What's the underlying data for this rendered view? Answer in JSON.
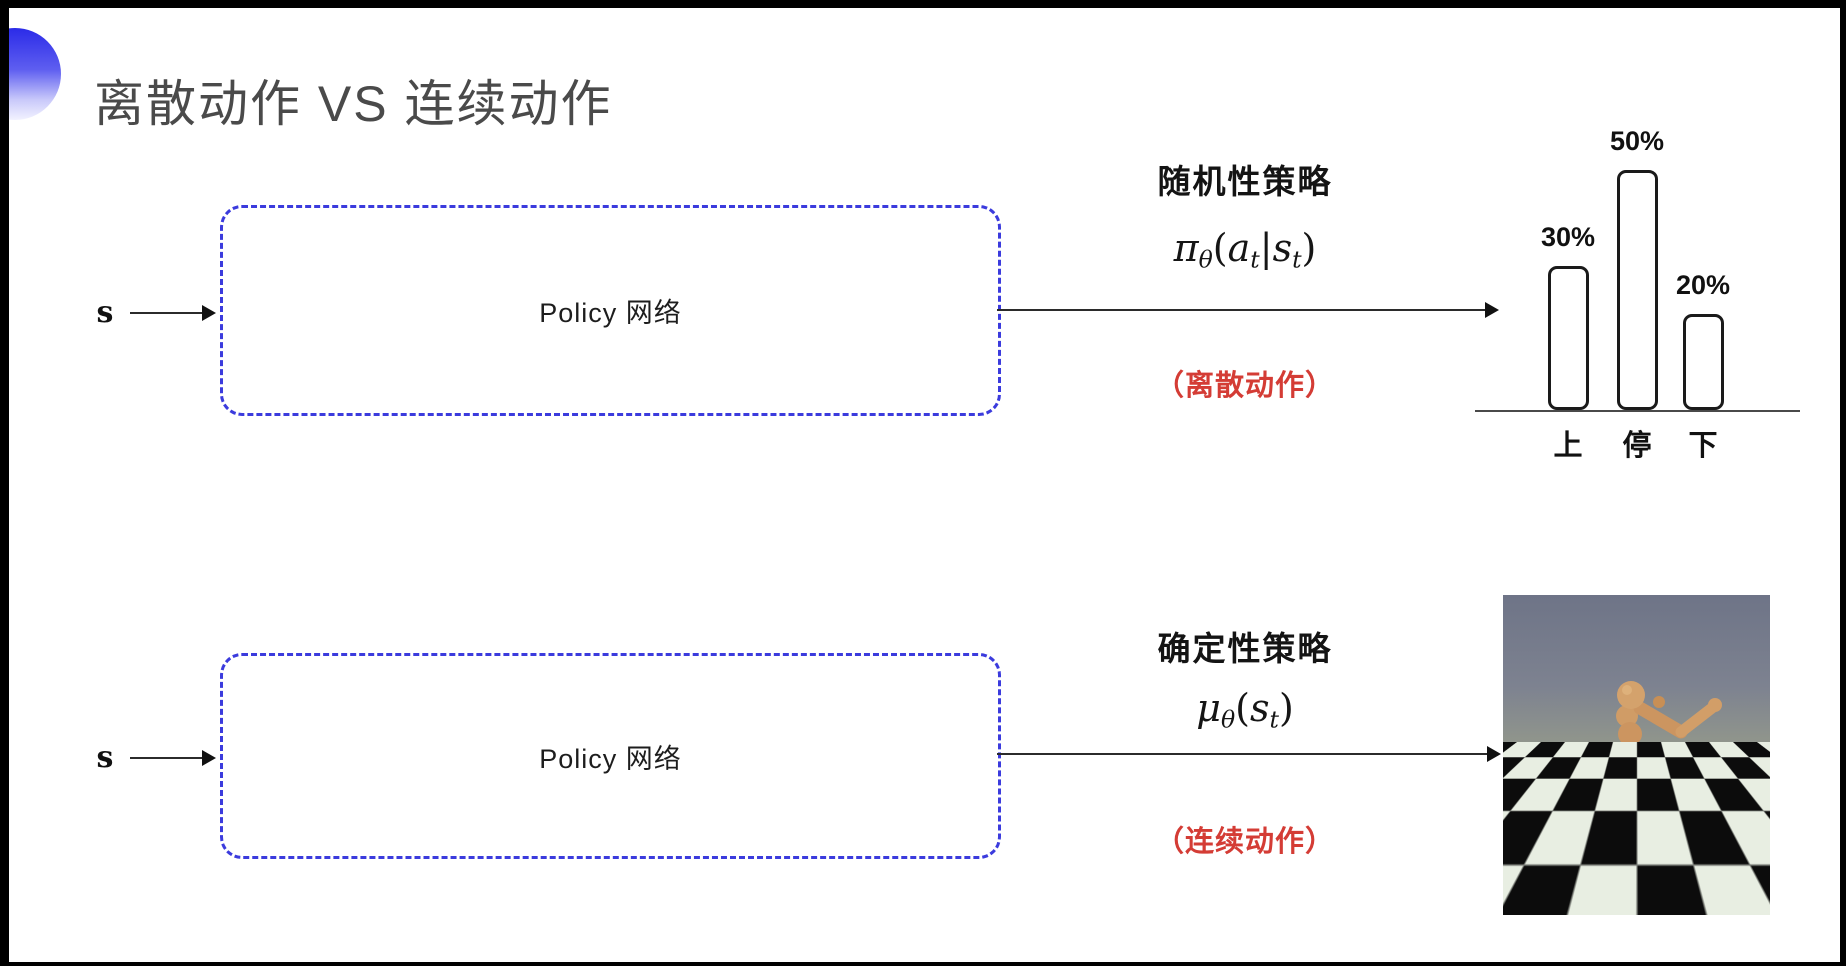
{
  "colors": {
    "accent_red": "#d43c35",
    "dashed_border_blue": "#3b3bdd",
    "bullet_blue": "#2b2be8",
    "title_gray": "#4a4a4a"
  },
  "slide": {
    "title": "离散动作 VS 连续动作"
  },
  "top_flow": {
    "input_label": "s",
    "box_label": "Policy 网络",
    "policy_label": "随机性策略",
    "formula": {
      "sym": "π",
      "sym_sub": "θ",
      "open": "(",
      "arg1": "a",
      "arg1_sub": "t",
      "bar": "|",
      "arg2": "s",
      "arg2_sub": "t",
      "close": ")"
    },
    "action_note": "（离散动作）"
  },
  "bottom_flow": {
    "input_label": "s",
    "box_label": "Policy 网络",
    "policy_label": "确定性策略",
    "formula": {
      "sym": "μ",
      "sym_sub": "θ",
      "open": "(",
      "arg1": "s",
      "arg1_sub": "t",
      "close": ")"
    },
    "action_note": "（连续动作）"
  },
  "chart_data": {
    "type": "bar",
    "categories": [
      "上",
      "停",
      "下"
    ],
    "values": [
      30,
      50,
      20
    ],
    "value_labels": [
      "30%",
      "50%",
      "20%"
    ],
    "title": "",
    "xlabel": "",
    "ylabel": "",
    "ylim": [
      0,
      55
    ],
    "grid": false,
    "legend": false
  }
}
